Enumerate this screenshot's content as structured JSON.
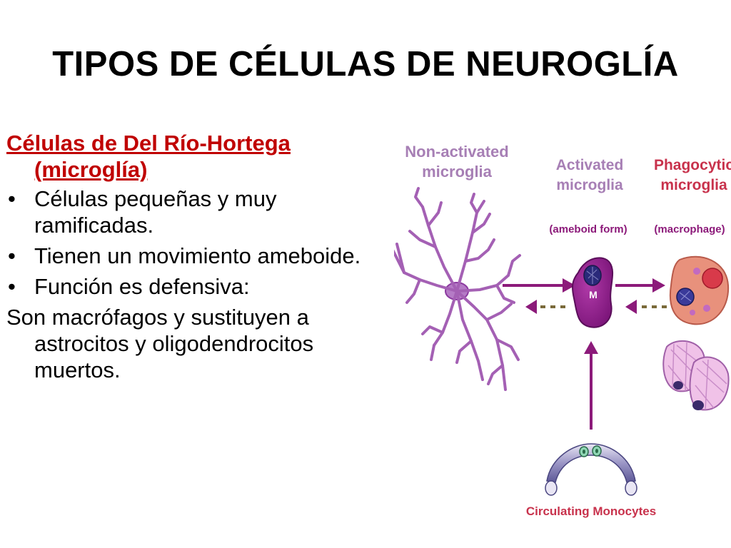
{
  "title": "TIPOS DE CÉLULAS DE NEUROGLÍA",
  "heading": "Células de Del Río-Hortega (microglía)",
  "bullets": [
    "Células pequeñas y muy ramificadas.",
    "Tienen un movimiento ameboide.",
    "Función es defensiva:"
  ],
  "paragraph": "Son macrófagos y sustituyen a astrocitos y oligodendrocitos muertos.",
  "figure": {
    "non_activated_1": "Non-activated",
    "non_activated_2": "microglia",
    "activated_1": "Activated",
    "activated_2": "microglia",
    "activated_form": "(ameboid form)",
    "phagocytic_1": "Phagocytic",
    "phagocytic_2": "microglia",
    "phagocytic_form": "(macrophage)",
    "cell_letter": "M",
    "monocytes": "Circulating Monocytes"
  },
  "colors": {
    "heading": "#c00000",
    "label_purple": "#a77fb5",
    "arrow_purple": "#8c1a7a",
    "cell_purple": "#8a1e8e",
    "phago_label": "#c8324c",
    "microglia_branch": "#a460b4"
  },
  "icons": {
    "bullet": "•"
  }
}
